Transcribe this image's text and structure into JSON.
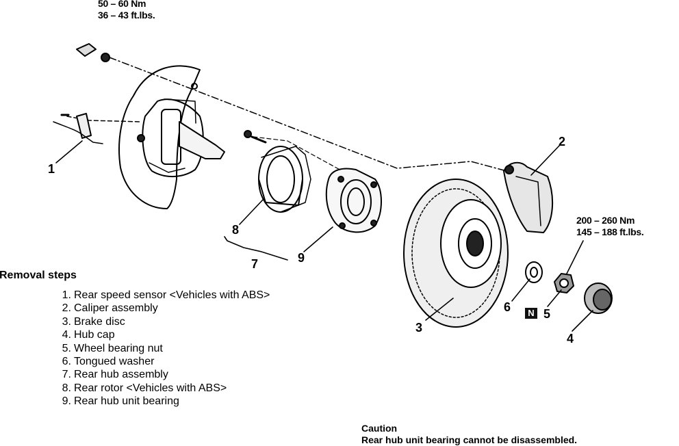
{
  "torque_top": {
    "nm": "50 – 60 Nm",
    "ftlbs": "36 – 43 ft.lbs."
  },
  "torque_right": {
    "nm": "200 – 260 Nm",
    "ftlbs": "145 – 188 ft.lbs."
  },
  "callouts": {
    "c1": "1",
    "c2": "2",
    "c3": "3",
    "c4": "4",
    "c5": "5",
    "c6": "6",
    "c7": "7",
    "c8": "8",
    "c9": "9"
  },
  "badge": "N",
  "removal": {
    "heading": "Removal steps",
    "steps": [
      {
        "num": "1.",
        "text": "Rear speed sensor <Vehicles with ABS>"
      },
      {
        "num": "2.",
        "text": "Caliper assembly"
      },
      {
        "num": "3.",
        "text": "Brake disc"
      },
      {
        "num": "4.",
        "text": "Hub cap"
      },
      {
        "num": "5.",
        "text": "Wheel bearing nut"
      },
      {
        "num": "6.",
        "text": "Tongued washer"
      },
      {
        "num": "7.",
        "text": "Rear hub assembly"
      },
      {
        "num": "8.",
        "text": "Rear rotor <Vehicles with ABS>"
      },
      {
        "num": "9.",
        "text": "Rear hub unit bearing"
      }
    ]
  },
  "caution": {
    "title": "Caution",
    "text": "Rear hub unit bearing cannot be disassembled."
  }
}
